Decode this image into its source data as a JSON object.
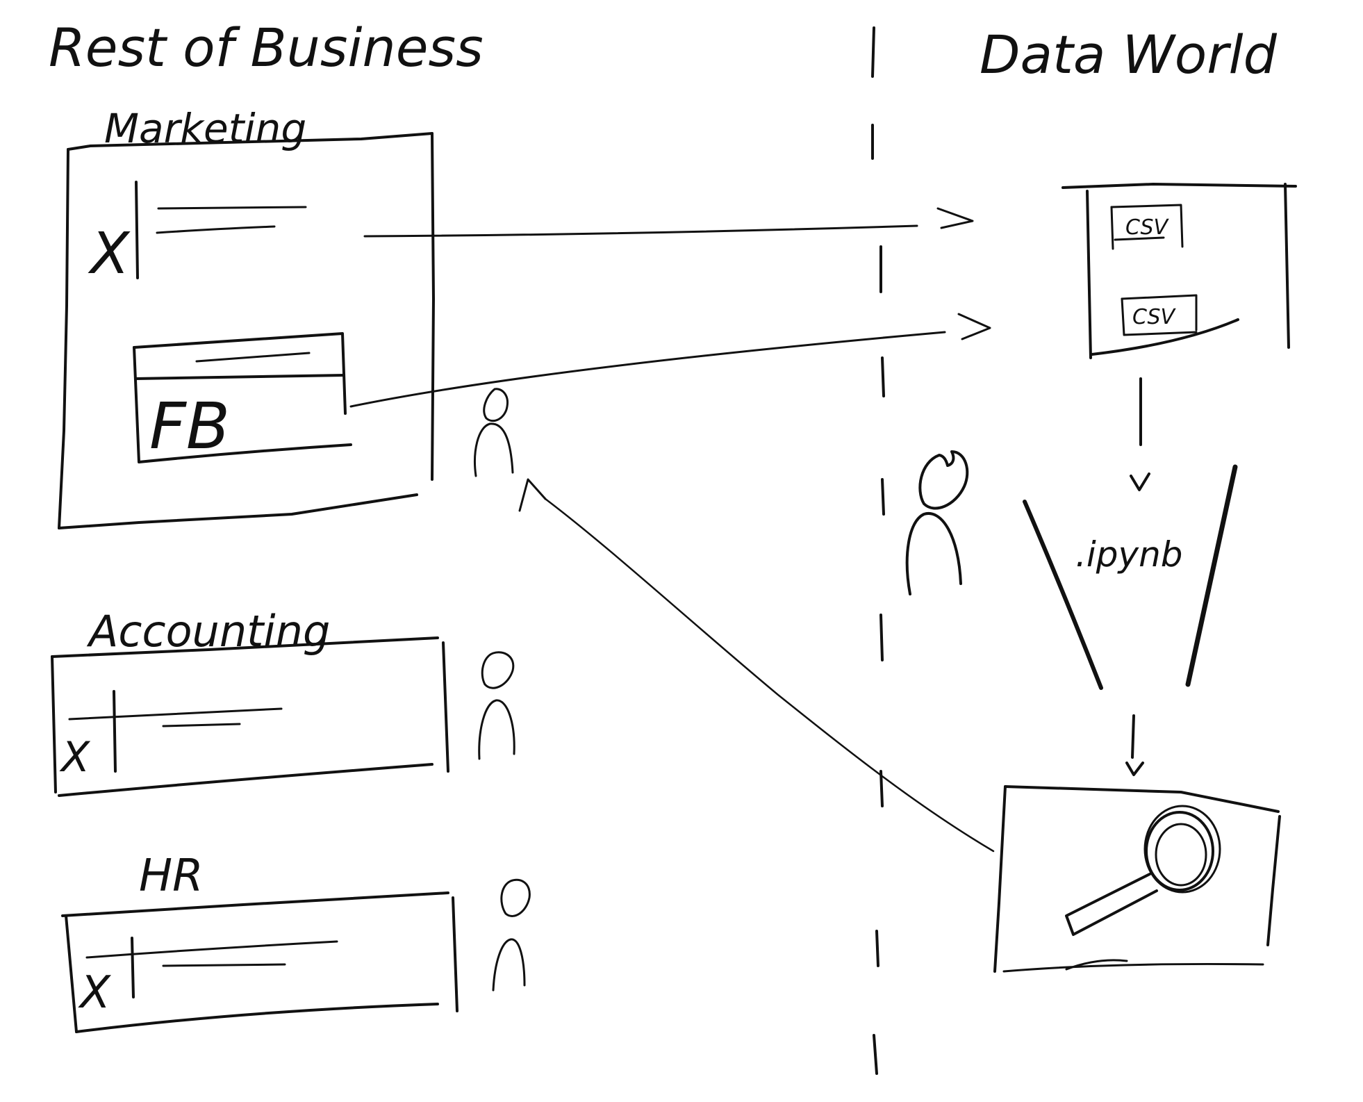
{
  "left_heading": "Rest of Business",
  "right_heading": "Data World",
  "departments": [
    {
      "name": "Marketing",
      "source_label": "X",
      "tool_label": "FB"
    },
    {
      "name": "Accounting",
      "source_label": "X"
    },
    {
      "name": "HR",
      "source_label": "X"
    }
  ],
  "data_store": {
    "files": [
      "CSV",
      "CSV"
    ]
  },
  "notebook": {
    "label": ".ipynb"
  },
  "colors": {
    "ink": "#111111",
    "paper": "#ffffff"
  }
}
